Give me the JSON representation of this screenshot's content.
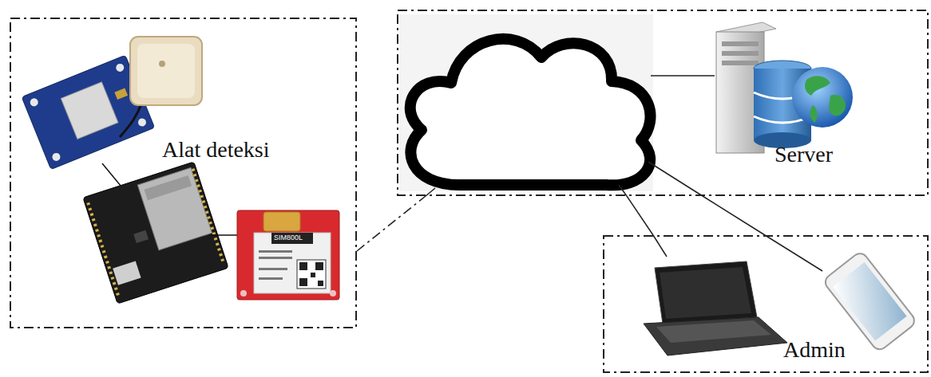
{
  "diagram": {
    "nodes": [
      {
        "text": [
          "Alat deteksi"
        ]
      },
      {
        "text": [
          "Server"
        ]
      },
      {
        "text": [
          "Admin"
        ]
      }
    ],
    "edges": [
      {
        "from": 0,
        "to": 1,
        "arrow": "none"
      },
      {
        "from": 1,
        "to": 2,
        "arrow": "none"
      },
      {
        "from": 1,
        "to": 2,
        "arrow": "none"
      }
    ],
    "labels": [
      "SIM800L"
    ]
  }
}
